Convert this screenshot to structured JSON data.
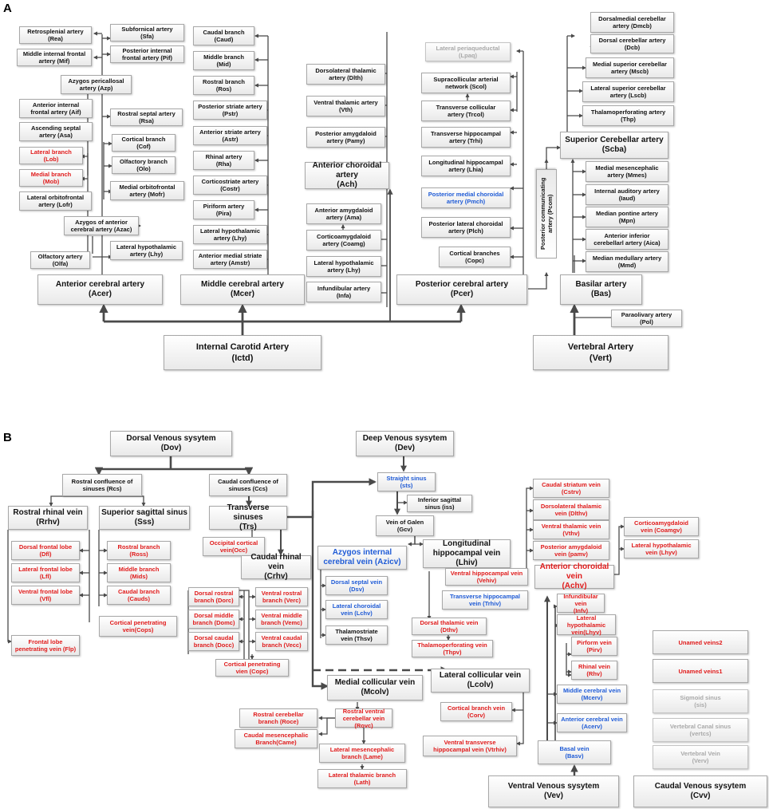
{
  "panels": {
    "a": "A",
    "b": "B"
  },
  "panel_a": {
    "ictd": "Internal Carotid Artery\n(Ictd)",
    "vert": "Vertebral Artery\n(Vert)",
    "acer": "Anterior cerebral artery\n(Acer)",
    "mcer": "Middle cerebral artery\n(Mcer)",
    "pcer": "Posterior cerebral artery\n(Pcer)",
    "bas": "Basilar artery\n(Bas)",
    "pol": "Paraolivary artery\n(Pol)",
    "pcom": "Posterior communicating\nartery (Pcom)",
    "ach": "Anterior choroidal artery\n(Ach)",
    "scba": "Superior Cerebellar artery\n(Scba)",
    "rea": "Retrosplenial artery\n(Rea)",
    "sfa": "Subfornical artery\n(Sfa)",
    "mif": "Middle internal frontal\nartery (Mif)",
    "pif": "Posterior internal\nfrontal artery (Pif)",
    "azp": "Azygos pericallosal\nartery (Azp)",
    "aif": "Anterior internal\nfrontal artery (Aif)",
    "rsa": "Rostral septal artery\n(Rsa)",
    "asa": "Ascending septal\nartery (Asa)",
    "lob": "Lateral branch\n(Lob)",
    "cof": "Cortical branch\n(Cof)",
    "mob": "Medial branch\n(Mob)",
    "olo": "Olfactory branch\n(Olo)",
    "lofr": "Lateral orbitofrontal\nartery (Lofr)",
    "mofr": "Medial orbitofrontal\nartery (Mofr)",
    "azac": "Azygos of anterior\ncerebral artery (Azac)",
    "lhy_a": "Lateral hypothalamic\nartery (Lhy)",
    "olfa": "Olfactory artery\n(Olfa)",
    "caud": "Caudal branch\n(Caud)",
    "mid": "Middle branch\n(Mid)",
    "ros": "Rostral branch\n(Ros)",
    "pstr": "Posterior striate artery\n(Pstr)",
    "astr": "Anterior striate artery\n(Astr)",
    "rha": "Rhinal artery\n(Rha)",
    "costr": "Corticostriate artery\n(Costr)",
    "pira": "Piriform artery\n(Pira)",
    "lhy_m": "Lateral hypothalamic\nartery (Lhy)",
    "amstr": "Anterior medial striate\nartery (Amstr)",
    "dlth": "Dorsolateral thalamic\nartery (Dlth)",
    "vth": "Ventral thalamic artery\n(Vth)",
    "pamy": "Posterior amygdaloid\nartery (Pamy)",
    "ama": "Anterior amygdaloid\nartery (Ama)",
    "coamg": "Corticoamygdaloid\nartery (Coamg)",
    "lhy_c": "Lateral hypothalamic\nartery (Lhy)",
    "infa": "Infundibular artery\n(Infa)",
    "lpaq": "Lateral periaqueductal\n(Lpaq)",
    "scol": "Supracollicular arterial\nnetwork (Scol)",
    "trcol": "Transverse collicular\nartery (Trcol)",
    "trhi": "Transverse hippocampal\nartery (Trhi)",
    "lhia": "Longitudinal hippocampal\nartery (Lhia)",
    "pmch": "Posterior medial choroidal\nartery (Pmch)",
    "plch": "Posterior lateral choroidal\nartery (Plch)",
    "copc": "Cortical branches\n(Copc)",
    "dmcb": "Dorsalmedial cerebellar\nartery (Dmcb)",
    "dcb": "Dorsal cerebellar artery\n(Dcb)",
    "mscb": "Medial superior cerebellar\nartery (Mscb)",
    "lscb": "Lateral superior cerebellar\nartery (Lscb)",
    "thp": "Thalamoperforating artery\n(Thp)",
    "mmes": "Medial mesencephalic\nartery (Mmes)",
    "iaud": "Internal auditory artery\n(Iaud)",
    "mpn": "Median pontine artery\n(Mpn)",
    "aica": "Anterior inferior\ncerebellarl artery (Aica)",
    "mmd": "Median medullary artery\n(Mmd)"
  },
  "panel_b": {
    "dov": "Dorsal Venous sysytem\n(Dov)",
    "dev": "Deep Venous sysytem\n(Dev)",
    "rcs": "Rostral confluence of\nsinuses (Rcs)",
    "ccs": "Caudal confluence of\nsinuses (Ccs)",
    "rrhv": "Rostral rhinal vein\n(Rrhv)",
    "sss": "Superior sagittal sinus\n(Sss)",
    "trs": "Transverse sinuses\n(Trs)",
    "sts": "Straight sinus\n(sts)",
    "iss": "Inferior sagittal\nsinus (iss)",
    "gcv": "Vein of Galen\n(Gcv)",
    "dfl": "Dorsal frontal lobe\n(Dfl)",
    "lfl": "Lateral frontal lobe\n(Lfl)",
    "vfl": "Ventral frontal lobe\n(Vfl)",
    "flp": "Frontal lobe\npenetrating vein (Flp)",
    "ross": "Rostral branch\n(Ross)",
    "mids": "Middle branch\n(Mids)",
    "cauds": "Caudal branch\n(Cauds)",
    "cops": "Cortical penetrating\nvein(Cops)",
    "occ": "Occipital cortical\nvein(Occ)",
    "crhv": "Caudal rhinal vein\n(Crhv)",
    "dorc": "Dorsal rostral\nbranch (Dorc)",
    "domc": "Dorsal middle\nbranch (Domc)",
    "docc": "Dorsal caudal\nbranch (Docc)",
    "verc": "Ventral rostral\nbranch (Verc)",
    "vemc": "Ventral middle\nbranch (Vemc)",
    "vecc": "Ventral caudal\nbranch (Vecc)",
    "copc_v": "Cortical penetrating\nvien (Copc)",
    "azicv": "Azygos internal\ncerebral vein (Azicv)",
    "dsv": "Dorsal septal vein\n(Dsv)",
    "lchv": "Lateral choroidal\nvein (Lchv)",
    "thsv": "Thalamostriate\nvein (Thsv)",
    "lhiv": "Longitudinal\nhippocampal vein (Lhiv)",
    "vehiv": "Ventral hippocampal vein\n(Vehiv)",
    "trhiv": "Transverse hippocampal\nvein (Trhiv)",
    "dthv": "Dorsal thalamic vein\n(Dthv)",
    "thpv": "Thalamoperforating vein\n(Thpv)",
    "mcolv": "Medial collicular vein\n(Mcolv)",
    "lcolv": "Lateral collicular vein\n(Lcolv)",
    "roce": "Rostral cerebellar\nbranch (Roce)",
    "came": "Caudal mesencephalic\nBranch(Came)",
    "rovc": "Rostral ventral\ncerebellar vein (Rovc)",
    "lame": "Lateral  mesencephalic\nbranch (Lame)",
    "lath": "Lateral thalamic branch\n(Lath)",
    "corv": "Cortical branch vein\n(Corv)",
    "vtrhiv": "Ventral transverse\nhippocampal vein (Vtrhiv)",
    "cstrv": "Caudal striatum vein\n(Cstrv)",
    "dlthv": "Dorsolateral thalamic\nvein (Dlthv)",
    "vthv": "Ventral thalamic vein\n(Vthv)",
    "pamv": "Posterior amygdaloid\nvein (pamv)",
    "coamgv": "Corticoamygdaloid\nvein (Coamgv)",
    "lhyv": "Lateral hypothalamic\nvein (Lhyv)",
    "achv": "Anterior choroidal vein\n(Achv)",
    "infv": "Infundibular vein\n(Infv)",
    "lhyv2": "Lateral hypothalamic\nvein(Lhyv)",
    "pirv": "Pirform vein\n(Pirv)",
    "rhv": "Rhinal vein\n(Rhv)",
    "mcerv": "Middle cerebral vein\n(Mcerv)",
    "acerv": "Anterior cerebral vein\n(Acerv)",
    "basv": "Basal vein\n(Basv)",
    "vev": "Ventral Venous sysytem\n(Vev)",
    "cvv": "Caudal Venous sysytem\n(Cvv)",
    "unamed2": "Unamed veins2",
    "unamed1": "Unamed veins1",
    "sis": "Sigmoid sinus\n(sis)",
    "vertcs": "Vertebral Canal sinus\n(vertcs)",
    "verv": "Vertebral Vein\n(Verv)"
  }
}
